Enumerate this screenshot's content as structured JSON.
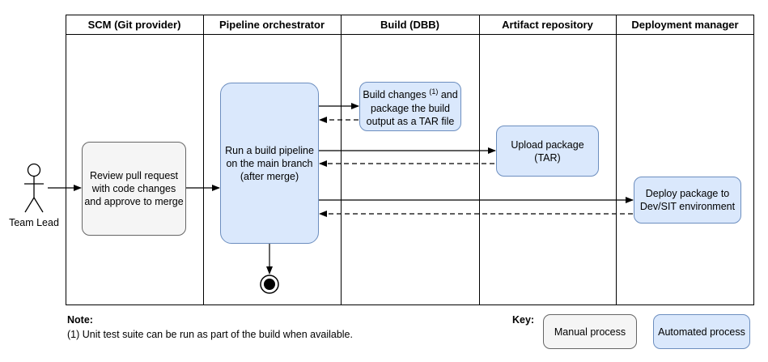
{
  "lanes": [
    "SCM (Git provider)",
    "Pipeline orchestrator",
    "Build (DBB)",
    "Artifact repository",
    "Deployment manager"
  ],
  "actor": {
    "label": "Team Lead"
  },
  "nodes": {
    "review": [
      "Review pull request",
      "with code changes",
      "and approve to merge"
    ],
    "pipeline": [
      "Run a build pipeline",
      "on the main branch",
      "(after merge)"
    ],
    "build": {
      "line1": "Build changes",
      "sup": "(1)",
      "line1_tail": "and",
      "line2": "package the build",
      "line3": "output as a TAR file"
    },
    "upload": [
      "Upload package",
      "(TAR)"
    ],
    "deploy": [
      "Deploy package to",
      "Dev/SIT environment"
    ]
  },
  "note": {
    "title": "Note:",
    "text": "(1) Unit test suite can be run as part of the build when available."
  },
  "key": {
    "title": "Key:",
    "manual": "Manual process",
    "automated": "Automated process"
  },
  "colors": {
    "automated_fill": "#dae8fc",
    "automated_stroke": "#6c8ebf",
    "manual_fill": "#f5f5f5",
    "manual_stroke": "#666666"
  }
}
